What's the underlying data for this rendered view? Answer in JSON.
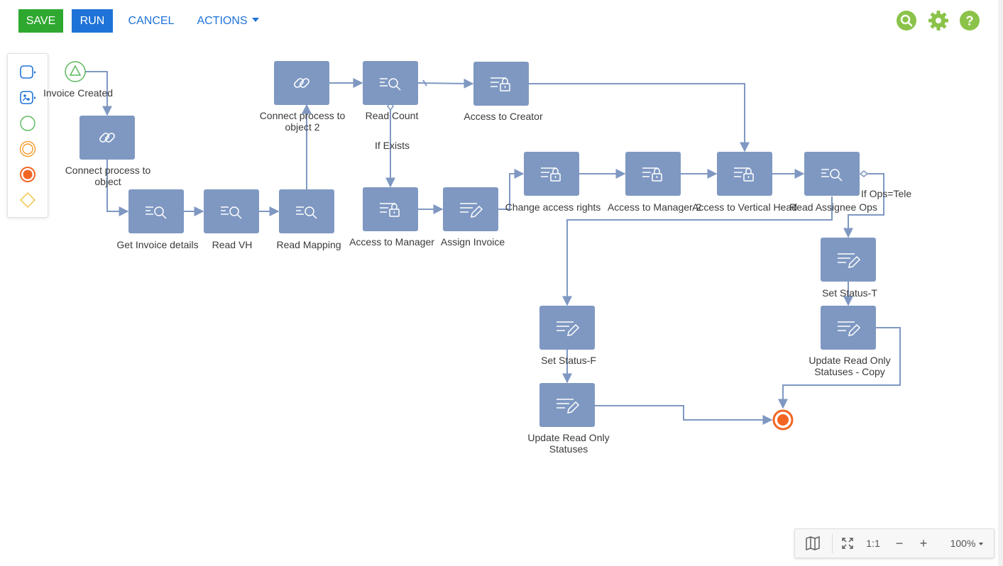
{
  "toolbar": {
    "save_label": "SAVE",
    "run_label": "RUN",
    "cancel_label": "CANCEL",
    "actions_label": "ACTIONS",
    "icons": [
      "search-icon",
      "gear-icon",
      "help-icon"
    ],
    "colors": {
      "save": "#2fa82f",
      "run": "#1f73d8",
      "icons": "#8bc34a"
    }
  },
  "palette": {
    "items": [
      "task-element-icon",
      "subprocess-element-icon",
      "start-event-icon",
      "intermediate-event-icon",
      "end-event-icon",
      "gateway-icon"
    ]
  },
  "diagram": {
    "start_event": "Invoice Created",
    "nodes": {
      "connect_process": "Connect process to\nobject",
      "get_invoice": "Get Invoice details",
      "read_vh": "Read VH",
      "read_mapping": "Read Mapping",
      "connect_process_2": "Connect process to\nobject 2",
      "read_count": "Read Count",
      "access_creator": "Access to Creator",
      "access_manager": "Access to Manager",
      "assign_invoice": "Assign Invoice",
      "change_access": "Change access rights",
      "access_manager2": "Access to Manager-2",
      "access_vertical": "Access to Vertical Head",
      "read_assignee": "Read Assignee Ops",
      "set_status_t": "Set Status-T",
      "update_ro_copy": "Update Read Only\nStatuses - Copy",
      "set_status_f": "Set Status-F",
      "update_ro": "Update Read Only\nStatuses"
    },
    "flow_labels": {
      "if_exists": "If Exists",
      "if_ops_tele": "If Ops=Tele"
    },
    "colors": {
      "node": "#7f98c2",
      "flow": "#7f98c2",
      "start": "#5cb85c",
      "end": "#f26522"
    }
  },
  "zoom": {
    "fit_label": "1:1",
    "minus_label": "−",
    "plus_label": "+",
    "level": "100%"
  }
}
